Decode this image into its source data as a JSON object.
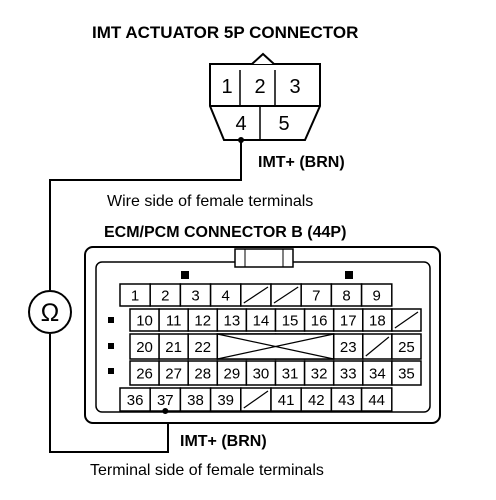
{
  "labels": {
    "imt_connector_title": "IMT ACTUATOR 5P CONNECTOR",
    "imt_wire_top": "IMT+ (BRN)",
    "wire_side_caption": "Wire side of female terminals",
    "ecm_title": "ECM/PCM CONNECTOR B (44P)",
    "imt_wire_bottom": "IMT+ (BRN)",
    "terminal_side_caption": "Terminal side of female terminals"
  },
  "meter": {
    "symbol": "Ω",
    "icon": "ohmmeter-icon"
  },
  "imt_connector": {
    "pins_top": [
      "1",
      "2",
      "3"
    ],
    "pins_bottom": [
      "4",
      "5"
    ]
  },
  "ecm_connector": {
    "rows": [
      [
        "1",
        "2",
        "3",
        "4",
        "",
        "",
        "7",
        "8",
        "9"
      ],
      [
        "10",
        "11",
        "12",
        "13",
        "14",
        "15",
        "16",
        "17",
        "18",
        ""
      ],
      [
        "20",
        "21",
        "22",
        "",
        "",
        "",
        "",
        "23",
        "",
        "25"
      ],
      [
        "26",
        "27",
        "28",
        "29",
        "30",
        "31",
        "32",
        "33",
        "34",
        "35"
      ],
      [
        "36",
        "37",
        "38",
        "39",
        "",
        "41",
        "42",
        "43",
        "44"
      ]
    ]
  }
}
